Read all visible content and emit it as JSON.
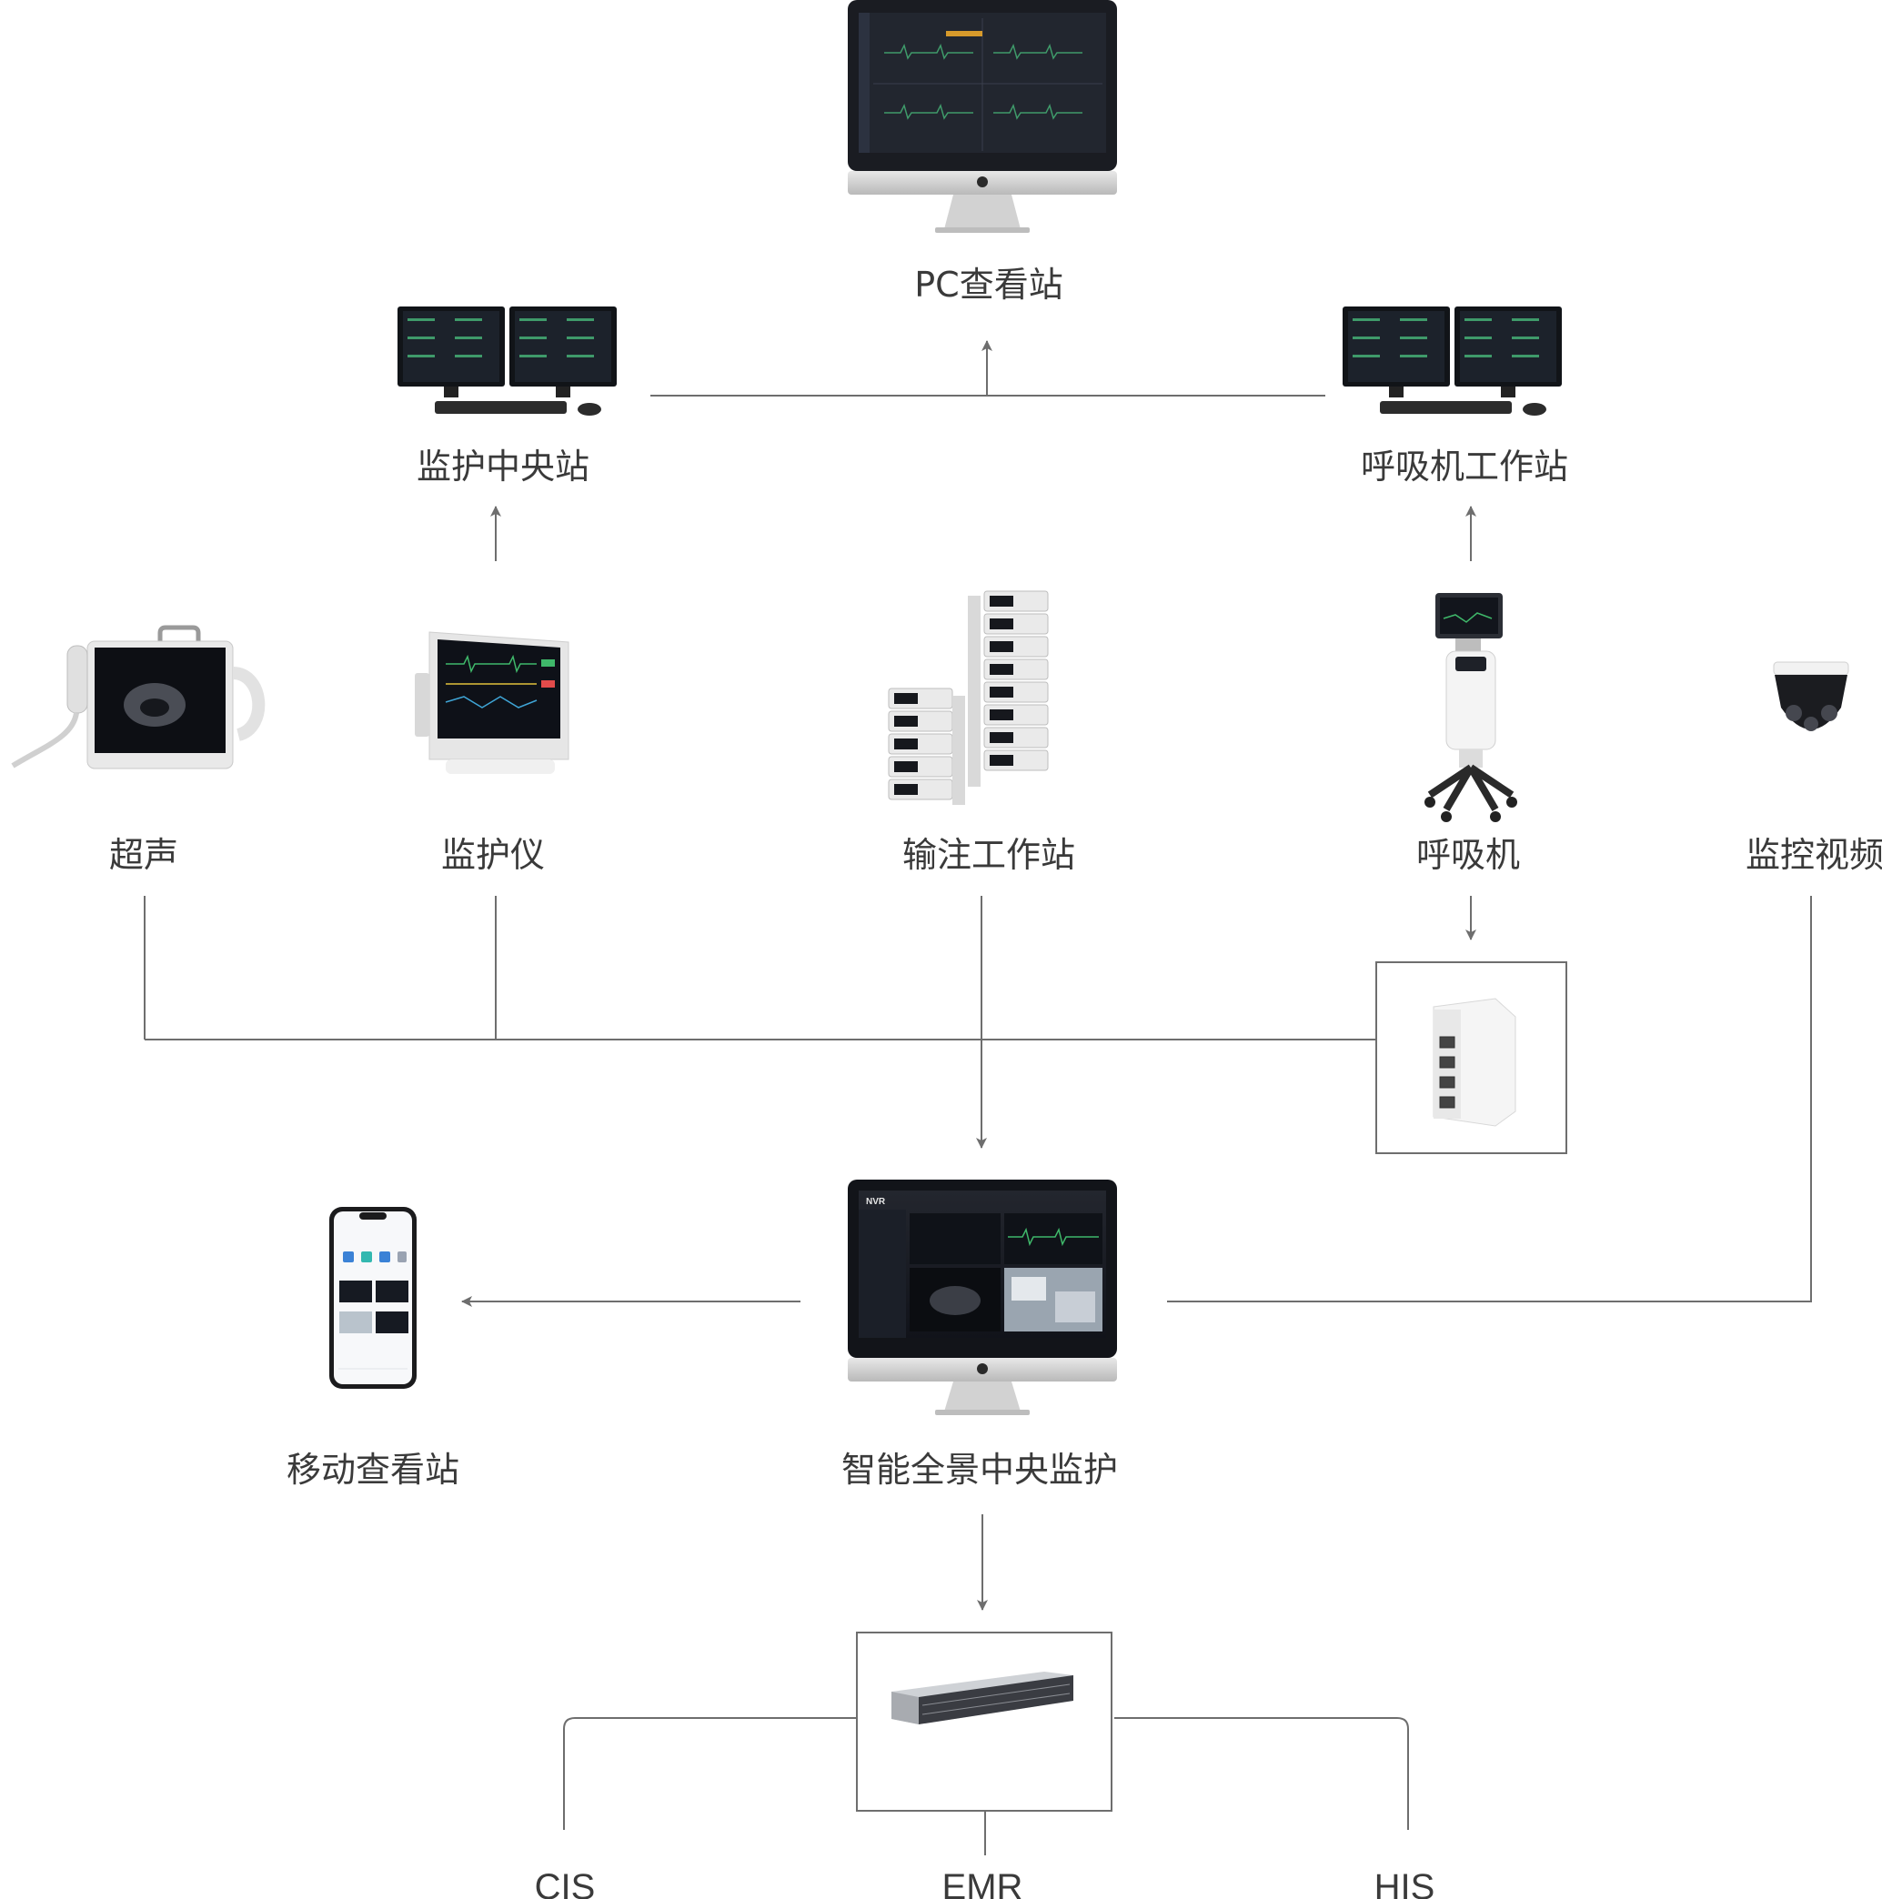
{
  "nodes": {
    "pc_station": "PC查看站",
    "central_monitor_station": "监护中央站",
    "ventilator_workstation": "呼吸机工作站",
    "ultrasound": "超声",
    "monitor": "监护仪",
    "infusion_workstation": "输注工作站",
    "ventilator": "呼吸机",
    "surveillance_video": "监控视频",
    "mobile_station": "移动查看站",
    "smart_panoramic_central_monitor": "智能全景中央监护"
  },
  "systems": {
    "cis": "CIS",
    "emr": "EMR",
    "his": "HIS"
  },
  "screen_text": {
    "nvr_logo": "NVR"
  }
}
